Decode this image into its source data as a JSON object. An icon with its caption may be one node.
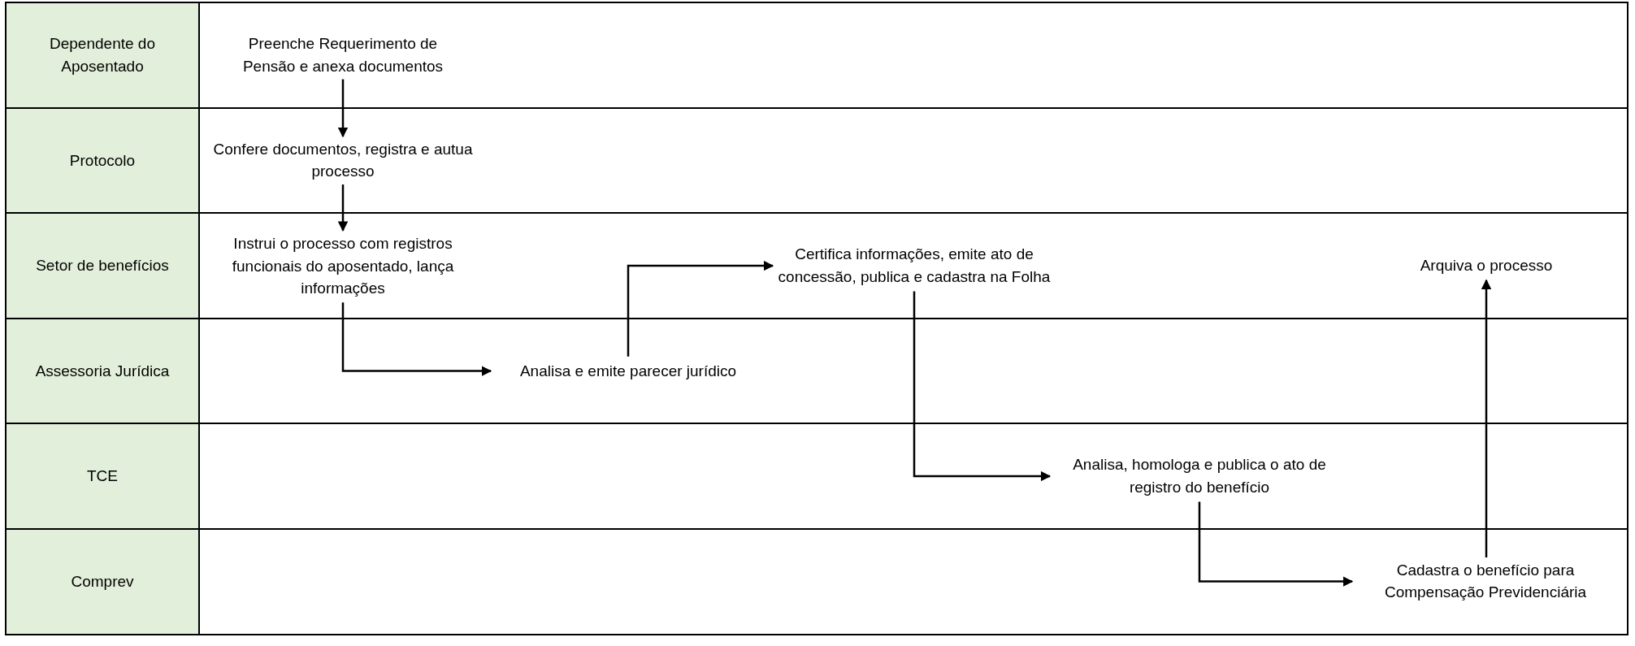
{
  "diagram": {
    "nodes": [
      {
        "text": [
          "Dependente do Aposentado"
        ]
      },
      {
        "text": [
          "Preenche Requerimento de Pensão e anexa documentos"
        ],
        "in": 0
      },
      {
        "text": [
          "Protocolo"
        ]
      },
      {
        "text": [
          "Confere documentos, registra e autua processo"
        ],
        "in": 2
      },
      {
        "text": [
          "Setor de benefícios"
        ]
      },
      {
        "text": [
          "Instrui o processo com registros funcionais do aposentado, lança informações"
        ],
        "in": 4
      },
      {
        "text": [
          "Certifica informações, emite ato de concessão, publica e cadastra na Folha"
        ],
        "in": 4
      },
      {
        "text": [
          "Arquiva o processo"
        ],
        "in": 4
      },
      {
        "text": [
          "Assessoria Jurídica"
        ]
      },
      {
        "text": [
          "Analisa e emite parecer jurídico"
        ],
        "in": 8
      },
      {
        "text": [
          "TCE"
        ]
      },
      {
        "text": [
          "Analisa, homologa e publica o ato de registro do benefício"
        ],
        "in": 10
      },
      {
        "text": [
          "Comprev"
        ]
      },
      {
        "text": [
          "Cadastra o benefício para Compensação Previdenciária"
        ],
        "in": 12
      }
    ],
    "edges": [
      {
        "from": 1,
        "to": 3,
        "arrow": "to"
      },
      {
        "from": 3,
        "to": 5,
        "arrow": "to"
      },
      {
        "from": 5,
        "to": 9,
        "arrow": "to"
      },
      {
        "from": 9,
        "to": 6,
        "arrow": "to"
      },
      {
        "from": 6,
        "to": 11,
        "arrow": "to"
      },
      {
        "from": 11,
        "to": 13,
        "arrow": "to"
      },
      {
        "from": 13,
        "to": 7,
        "arrow": "to"
      }
    ]
  }
}
